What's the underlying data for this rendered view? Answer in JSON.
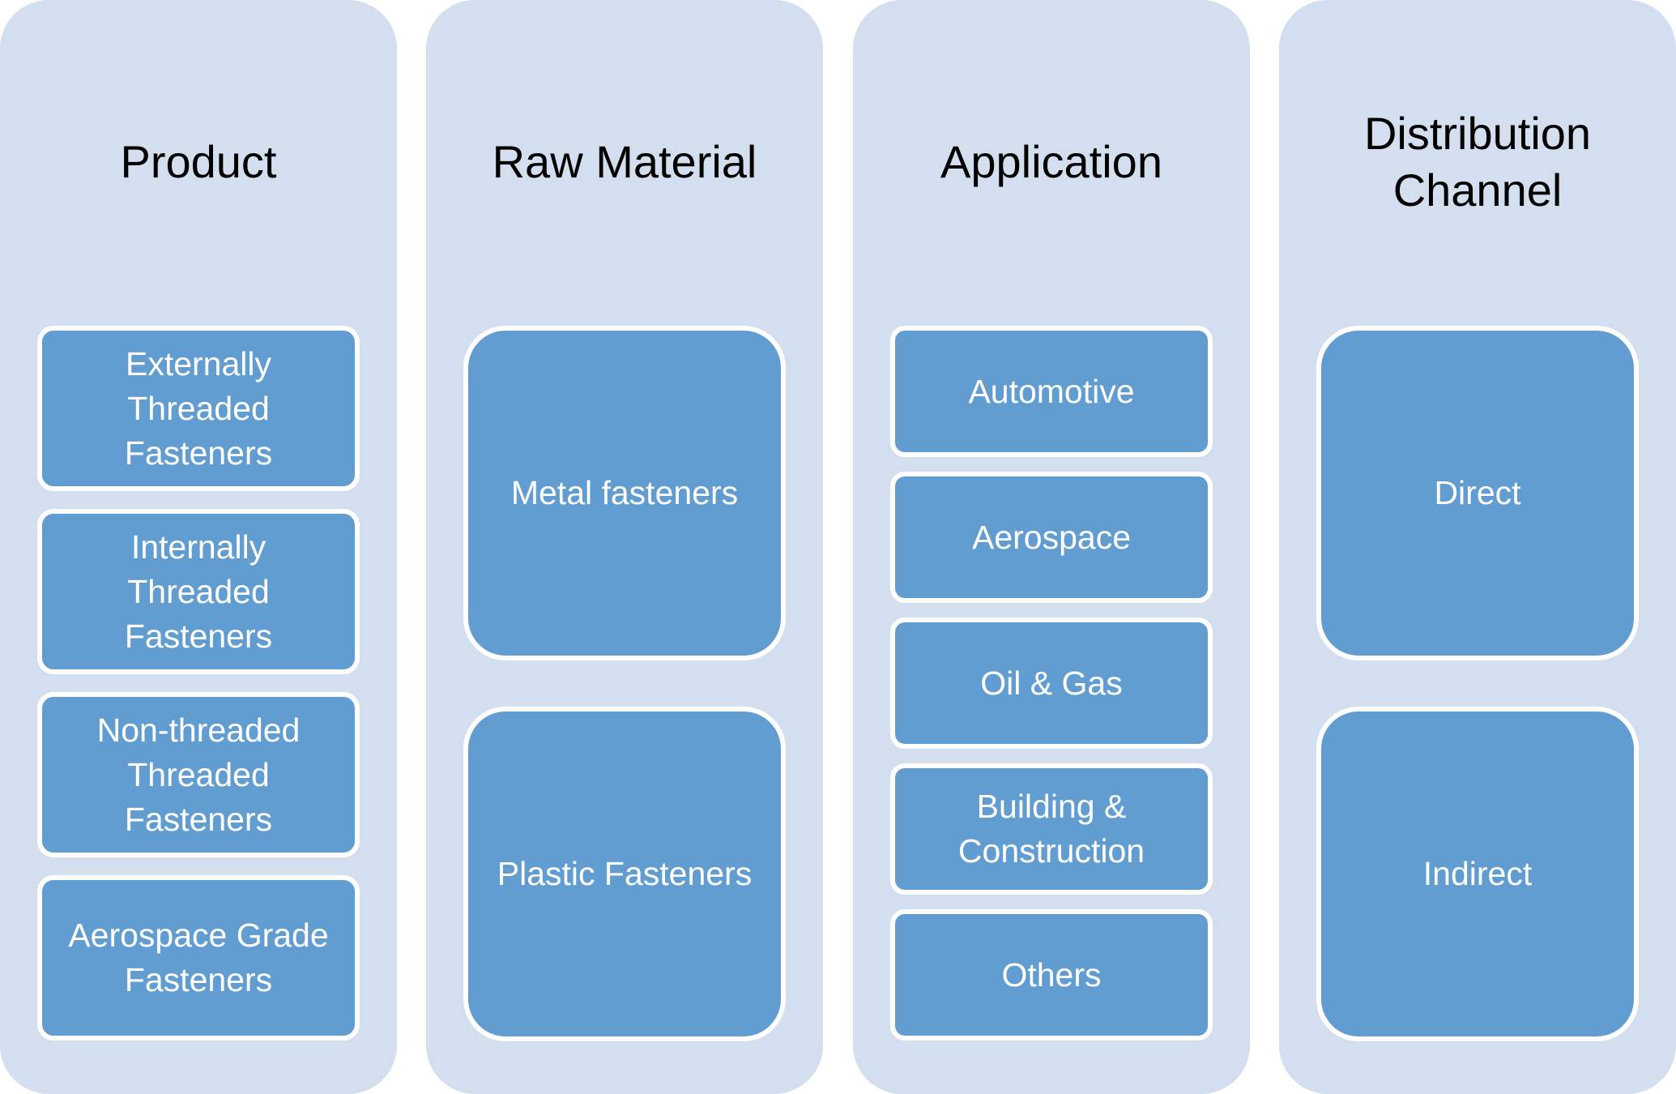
{
  "diagram": {
    "colors": {
      "column_background": "#D3DFEE",
      "item_fill": "#629DD1",
      "item_border": "#FFFFFF",
      "title_text": "#000000",
      "item_text": "#FFFFFF"
    },
    "columns": [
      {
        "title": "Product",
        "items": [
          "Externally\nThreaded\nFasteners",
          "Internally\nThreaded\nFasteners",
          "Non-threaded\nThreaded\nFasteners",
          "Aerospace Grade\nFasteners"
        ]
      },
      {
        "title": "Raw Material",
        "items": [
          "Metal fasteners",
          "Plastic Fasteners"
        ]
      },
      {
        "title": "Application",
        "items": [
          "Automotive",
          "Aerospace",
          "Oil & Gas",
          "Building &\nConstruction",
          "Others"
        ]
      },
      {
        "title": "Distribution\nChannel",
        "items": [
          "Direct",
          "Indirect"
        ]
      }
    ]
  }
}
